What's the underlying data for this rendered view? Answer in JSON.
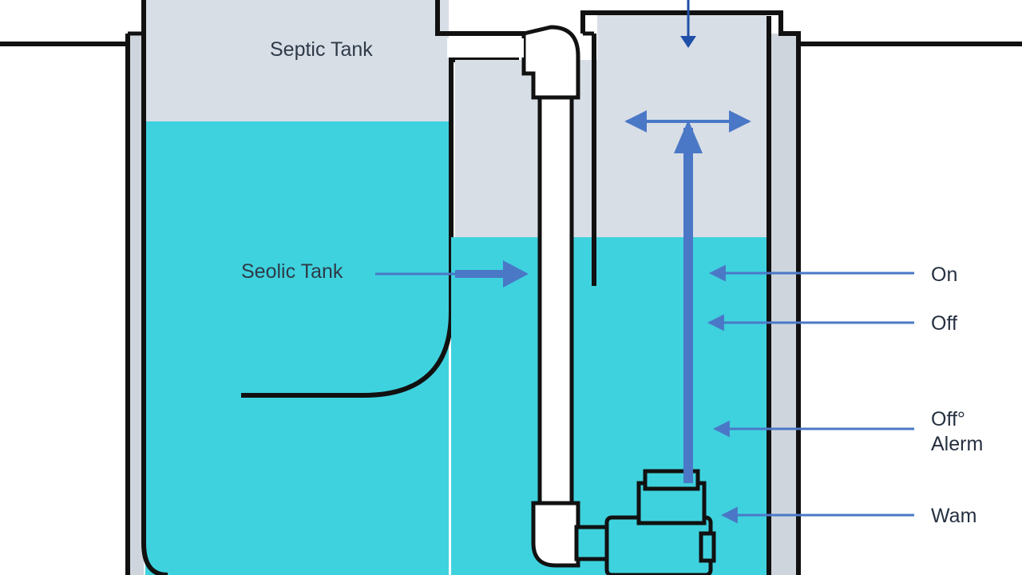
{
  "tank_title": "Septic Tank",
  "inner_label": "Seolic Tank",
  "level_labels": {
    "on": "On",
    "off": "Off",
    "alarm_line1": "Off°",
    "alarm_line2": "Alerm",
    "warn": "Wam"
  },
  "colors": {
    "water": "#3ed2de",
    "air": "#d8dee6",
    "outline": "#111111",
    "arrow": "#4a78c6",
    "pipe": "#ffffff"
  }
}
